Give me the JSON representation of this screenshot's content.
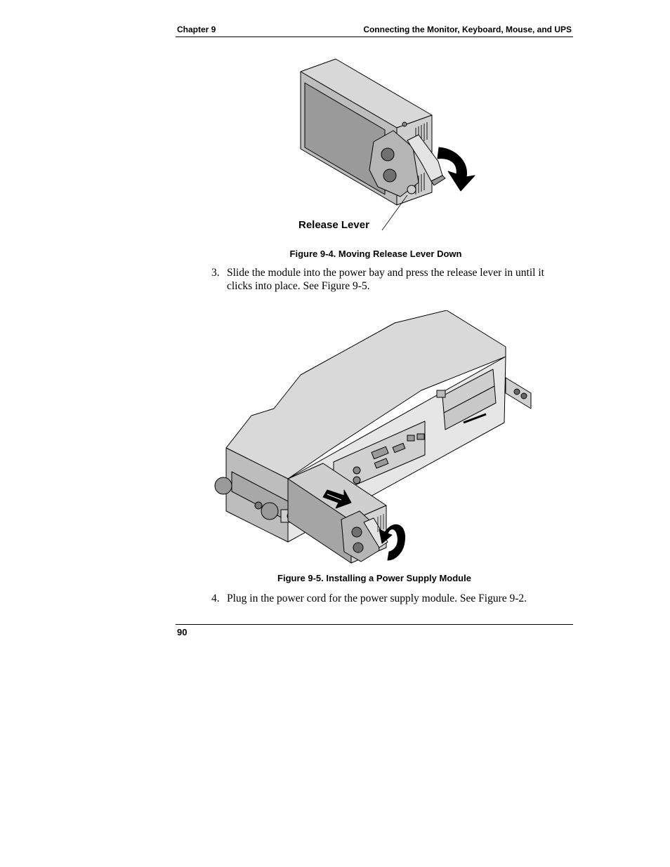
{
  "header": {
    "chapter": "Chapter 9",
    "section": "Connecting the Monitor, Keyboard, Mouse, and UPS"
  },
  "figure1": {
    "callout": "Release Lever",
    "caption": "Figure 9-4. Moving Release Lever Down"
  },
  "steps": [
    {
      "number": "3.",
      "text": "Slide the module into the power bay and press the release lever in until it clicks into place. See Figure 9-5."
    },
    {
      "number": "4.",
      "text": "Plug in the power cord for the power supply module.  See Figure 9-2."
    }
  ],
  "figure2": {
    "caption": "Figure 9-5. Installing a Power Supply Module"
  },
  "footer": {
    "page_number": "90"
  }
}
